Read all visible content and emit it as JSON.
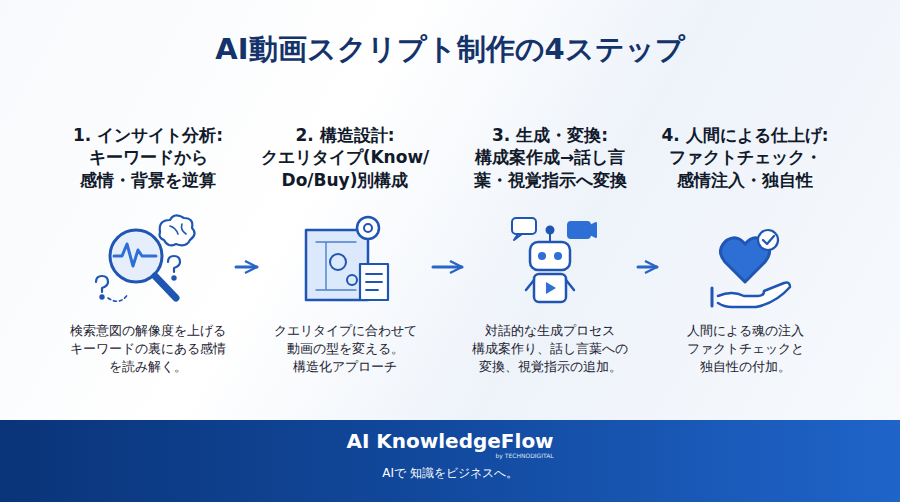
{
  "diagram": {
    "title": "AI動画スクリプト制作の4ステップ",
    "nodes": [
      {
        "text": [
          "1. インサイト分析: キーワードから 感情・背景を逆算",
          "検索意図の解像度を上げる キーワードの裏にある感情 を読み解く。"
        ]
      },
      {
        "text": [
          "2. 構造設計: クエリタイプ(Know/ Do/Buy)別構成",
          "クエリタイプに合わせて 動画の型を変える。 構造化アプローチ"
        ]
      },
      {
        "text": [
          "3. 生成・変換: 構成案作成→話し言 葉・視覚指示へ変換",
          "対話的な生成プロセス 構成案作り、話し言葉への 変換、視覚指示の追加。"
        ]
      },
      {
        "text": [
          "4. 人間による仕上げ: ファクトチェック・ 感情注入・独自性",
          "人間による魂の注入 ファクトチェックと 独自性の付加。"
        ]
      },
      {
        "text": [
          "AI KnowledgeFlow",
          "by TECHNODIGITAL",
          "AIで 知識をビジネスへ。"
        ]
      }
    ],
    "edges": [
      {
        "from": 0,
        "to": 1,
        "arrow": "to"
      },
      {
        "from": 1,
        "to": 2,
        "arrow": "to"
      },
      {
        "from": 2,
        "to": 3,
        "arrow": "to"
      }
    ]
  }
}
